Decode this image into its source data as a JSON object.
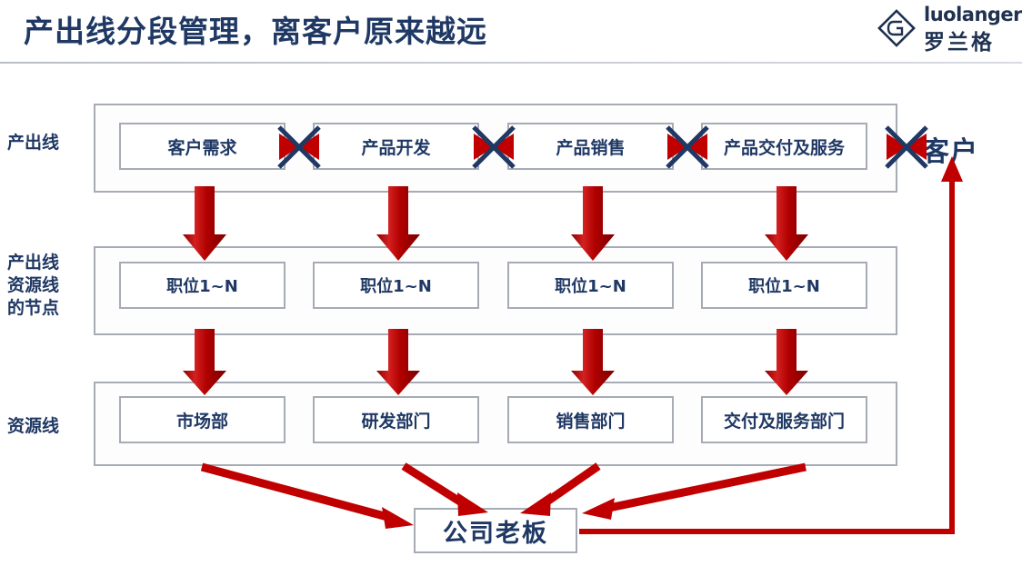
{
  "header": {
    "title": "产出线分段管理，离客户原来越远",
    "title_color": "#1f3864",
    "logo": {
      "latin": "luolanger",
      "chinese": "罗兰格",
      "mark_icon": "diamond-g-logo-icon"
    }
  },
  "colors": {
    "navy": "#1f3864",
    "red": "#c00000",
    "border_gray": "#a6abb5"
  },
  "diagram": {
    "row_labels": [
      {
        "key": "output-line",
        "text": "产出线"
      },
      {
        "key": "resource-node",
        "text": "产出线\n资源线\n的节点"
      },
      {
        "key": "resource-line",
        "text": "资源线"
      }
    ],
    "rows": [
      {
        "key": "output-line",
        "nodes": [
          "客户需求",
          "产品开发",
          "产品销售",
          "产品交付及服务"
        ]
      },
      {
        "key": "position-nodes",
        "nodes": [
          "职位1~N",
          "职位1~N",
          "职位1~N",
          "职位1~N"
        ]
      },
      {
        "key": "departments",
        "nodes": [
          "市场部",
          "研发部门",
          "销售部门",
          "交付及服务部门"
        ]
      }
    ],
    "cut_markers": {
      "icon": "x-cut-icon",
      "count": 5,
      "meaning": "broken-handoff"
    },
    "flow_arrows": {
      "icon": "down-arrow-icon",
      "count": 8,
      "color": "#c00000"
    },
    "boss": {
      "label": "公司老板",
      "incoming_arrows": 4
    },
    "customer": {
      "label": "客户",
      "incoming_arrow_from": "公司老板"
    }
  }
}
